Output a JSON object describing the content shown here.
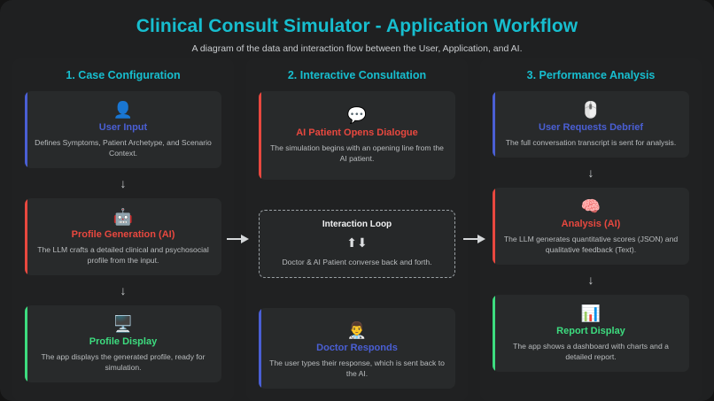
{
  "header": {
    "title": "Clinical Consult Simulator - Application Workflow",
    "subtitle": "A diagram of the data and interaction flow between the User, Application, and AI."
  },
  "colors": {
    "accent_teal": "#17becf",
    "accent_blue": "#4a5fd4",
    "accent_red": "#e8483f",
    "accent_green": "#3ddc7f",
    "page_bg": "#1f2021",
    "card_bg": "#282a2b"
  },
  "arrows": {
    "vertical": "↓",
    "horizontal": "➡",
    "loop": "⬆⬇"
  },
  "columns": [
    {
      "title": "1. Case Configuration",
      "cards": [
        {
          "icon": "👤",
          "icon_name": "user-silhouette-icon",
          "title": "User Input",
          "accent": "#4a5fd4",
          "desc": "Defines Symptoms, Patient Archetype, and Scenario Context."
        },
        {
          "icon": "🤖",
          "icon_name": "robot-icon",
          "title": "Profile Generation (AI)",
          "accent": "#e8483f",
          "desc": "The LLM crafts a detailed clinical and psychosocial profile from the input."
        },
        {
          "icon": "🖥️",
          "icon_name": "desktop-monitor-icon",
          "title": "Profile Display",
          "accent": "#3ddc7f",
          "desc": "The app displays the generated profile, ready for simulation."
        }
      ]
    },
    {
      "title": "2. Interactive Consultation",
      "cards": [
        {
          "icon": "💬",
          "icon_name": "speech-bubble-icon",
          "title": "AI Patient Opens Dialogue",
          "accent": "#e8483f",
          "desc": "The simulation begins with an opening line from the AI patient."
        },
        {
          "icon": "⬆⬇",
          "icon_name": "up-down-arrows-icon",
          "title": "Interaction Loop",
          "accent": "#9aa0a4",
          "desc": "Doctor & AI Patient converse back and forth.",
          "style": "dashed-loop"
        },
        {
          "icon": "👨‍⚕️",
          "icon_name": "doctor-icon",
          "title": "Doctor Responds",
          "accent": "#4a5fd4",
          "desc": "The user types their response, which is sent back to the AI."
        }
      ]
    },
    {
      "title": "3. Performance Analysis",
      "cards": [
        {
          "icon": "🖱️",
          "icon_name": "computer-mouse-icon",
          "title": "User Requests Debrief",
          "accent": "#4a5fd4",
          "desc": "The full conversation transcript is sent for analysis."
        },
        {
          "icon": "🧠",
          "icon_name": "brain-icon",
          "title": "Analysis (AI)",
          "accent": "#e8483f",
          "desc": "The LLM generates quantitative scores (JSON) and qualitative feedback (Text)."
        },
        {
          "icon": "📊",
          "icon_name": "bar-chart-icon",
          "title": "Report Display",
          "accent": "#3ddc7f",
          "desc": "The app shows a dashboard with charts and a detailed report."
        }
      ]
    }
  ]
}
